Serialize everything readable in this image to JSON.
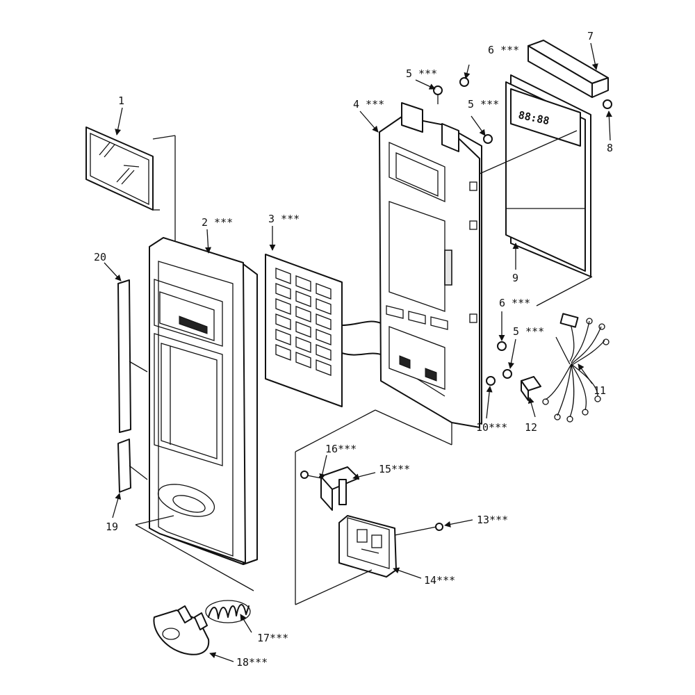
{
  "display_readout": "88:88",
  "callouts": [
    {
      "id": "c1",
      "text": "1"
    },
    {
      "id": "c2",
      "text": "2 ***"
    },
    {
      "id": "c3",
      "text": "3 ***"
    },
    {
      "id": "c4",
      "text": "4 ***"
    },
    {
      "id": "c5a",
      "text": "5 ***"
    },
    {
      "id": "c5b",
      "text": "5 ***"
    },
    {
      "id": "c5c",
      "text": "5 ***"
    },
    {
      "id": "c6a",
      "text": "6 ***"
    },
    {
      "id": "c6b",
      "text": "6 ***"
    },
    {
      "id": "c7",
      "text": "7"
    },
    {
      "id": "c8",
      "text": "8"
    },
    {
      "id": "c9",
      "text": "9"
    },
    {
      "id": "c10",
      "text": "10***"
    },
    {
      "id": "c11",
      "text": "11"
    },
    {
      "id": "c12",
      "text": "12"
    },
    {
      "id": "c13",
      "text": "13***"
    },
    {
      "id": "c14",
      "text": "14***"
    },
    {
      "id": "c15",
      "text": "15***"
    },
    {
      "id": "c16",
      "text": "16***"
    },
    {
      "id": "c17",
      "text": "17***"
    },
    {
      "id": "c18",
      "text": "18***"
    },
    {
      "id": "c19",
      "text": "19"
    },
    {
      "id": "c20",
      "text": "20"
    }
  ]
}
